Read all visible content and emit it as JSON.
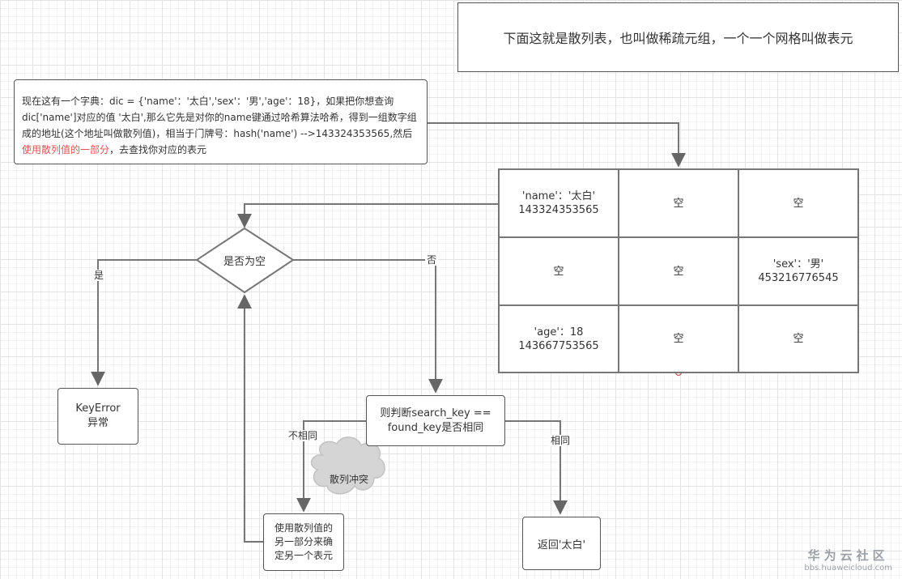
{
  "title_note": "下面这就是散列表，也叫做稀疏元组，一个一个网格叫做表元",
  "explanation": {
    "part1": "现在这有一个字典：dic = {'name'：'太白','sex'：'男','age'：18}，如果把你想查询dic['name']对应的值 '太白',那么它先是对你的name键通过哈希算法哈希，得到一组数字组成的地址(这个地址叫做散列值)，相当于门牌号：hash('name') -->143324353565,然后",
    "highlight": "使用散列值的一部分",
    "part2": "，去查找你对应的表元"
  },
  "table": {
    "rows": [
      [
        "'name'：'太白'\n143324353565",
        "空",
        "空"
      ],
      [
        "空",
        "空",
        "'sex'：'男'\n453216776545"
      ],
      [
        "'age'：18\n143667753565",
        "空",
        "空"
      ]
    ]
  },
  "decision": "是否为空",
  "yes_label": "是",
  "no_label": "否",
  "keyerror": "KeyError 异常",
  "compare": "则判断search_key == found_key是否相同",
  "same_label": "相同",
  "not_same_label": "不相同",
  "cloud": "散列冲突",
  "return_box": "返回'太白'",
  "other_part": "使用散列值的另一部分来确定另一个表元",
  "watermark": {
    "brand": "华为云社区",
    "url": "bbs.huaweicloud.com"
  },
  "colors": {
    "line": "#666666",
    "highlight": "#e05252",
    "cloud": "#d5d5d5"
  }
}
